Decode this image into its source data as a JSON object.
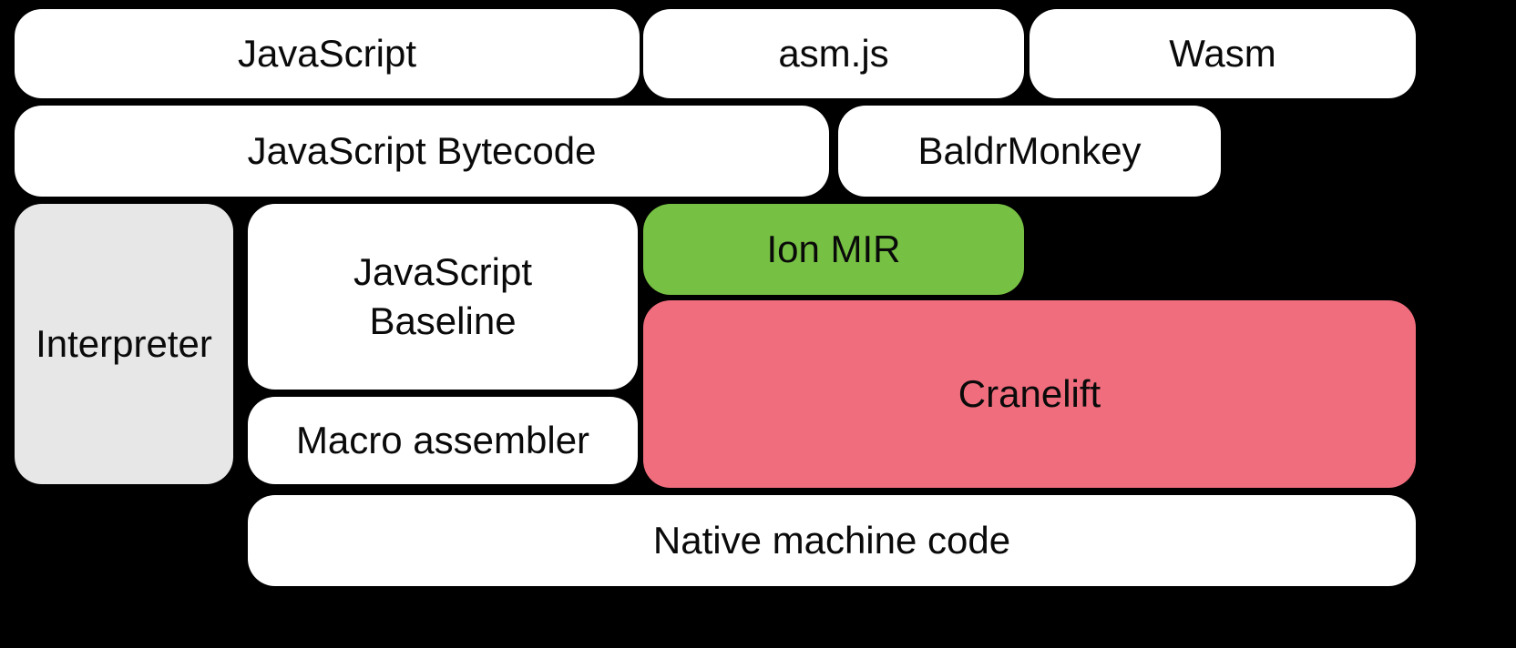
{
  "diagram": {
    "background": "#000000",
    "text_color": "#0a0a0a",
    "boxes": {
      "javascript": {
        "label": "JavaScript",
        "bg": "#ffffff"
      },
      "asmjs": {
        "label": "asm.js",
        "bg": "#ffffff"
      },
      "wasm": {
        "label": "Wasm",
        "bg": "#ffffff"
      },
      "js_bytecode": {
        "label": "JavaScript Bytecode",
        "bg": "#ffffff"
      },
      "baldrmonkey": {
        "label": "BaldrMonkey",
        "bg": "#ffffff"
      },
      "interpreter": {
        "label": "Interpreter",
        "bg": "#e7e7e7"
      },
      "js_baseline": {
        "label": "JavaScript Baseline",
        "bg": "#ffffff"
      },
      "ion_mir": {
        "label": "Ion MIR",
        "bg": "#76c043"
      },
      "macro_assembler": {
        "label": "Macro assembler",
        "bg": "#ffffff"
      },
      "cranelift": {
        "label": "Cranelift",
        "bg": "#f06d7d"
      },
      "native_machine_code": {
        "label": "Native machine code",
        "bg": "#ffffff"
      }
    }
  }
}
